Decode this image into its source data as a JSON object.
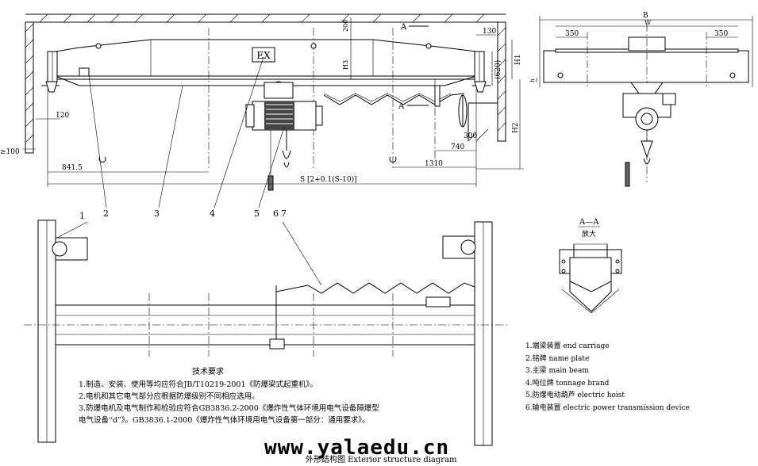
{
  "front_view": {
    "nameplate": "EX",
    "section_mark": "A",
    "dims": {
      "d200": "200",
      "d130": "130",
      "h3": "H3",
      "d620": "(620)",
      "h1": "H1",
      "h2": "H2",
      "d120": "120",
      "d100": "≥100",
      "d8415": "841.5",
      "d740": "740",
      "d300": "300",
      "d1310": "1310",
      "span": "S  [2+0.1(S-10)]"
    },
    "callouts": [
      "1",
      "2",
      "3",
      "4",
      "5",
      "6",
      "7"
    ]
  },
  "side_view": {
    "dims": {
      "b": "B",
      "w": "W",
      "d350_left": "350",
      "d350_right": "350",
      "h": "h"
    }
  },
  "section_view": {
    "title": "A—A",
    "subtitle": "放大"
  },
  "notes": {
    "title": "技术要求",
    "lines": [
      "1.制造、安装、使用等均应符合JB/T10219-2001《防爆梁式起重机》。",
      "2.电机和其它电气部分应根据防爆级别不同相应选用。",
      "3.防爆电机及电气制作和检验应符合GB3836.2-2000《爆炸性气体环境用电气设备隔爆型",
      "电气设备“d”》。GB3836.1-2000《爆炸性气体环境用电气设备第一部分：通用要求》。"
    ]
  },
  "legend": [
    "1.端梁装置 end carriage",
    "2.铭牌 name  plate",
    "3.主梁 main beam",
    "4.吨位牌 tonnage brand",
    "5.防爆电动葫芦 electric hoist",
    "6.输电装置 electric power transmission device"
  ],
  "watermark": "www.yalaedu.cn",
  "caption": "外形结构图 Exterior structure diagram"
}
